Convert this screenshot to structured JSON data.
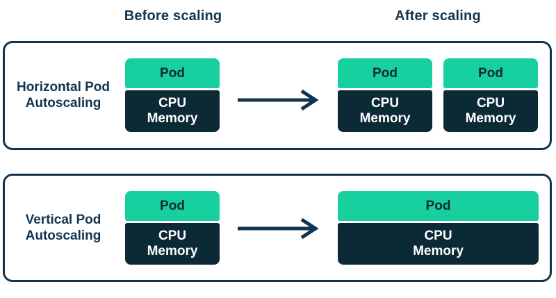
{
  "colors": {
    "green": "#17CF9F",
    "navy_fill": "#0C2936",
    "navy_text": "#113450",
    "white": "#ffffff",
    "background": "#ffffff"
  },
  "headers": {
    "before": "Before scaling",
    "after": "After scaling"
  },
  "icons": {
    "arrow": "right-arrow"
  },
  "rows": [
    {
      "label_lines": [
        "Horizontal Pod",
        "Autoscaling"
      ],
      "before_pods": [
        {
          "title": "Pod",
          "resources": [
            "CPU",
            "Memory"
          ]
        }
      ],
      "after_pods": [
        {
          "title": "Pod",
          "resources": [
            "CPU",
            "Memory"
          ]
        },
        {
          "title": "Pod",
          "resources": [
            "CPU",
            "Memory"
          ]
        }
      ]
    },
    {
      "label_lines": [
        "Vertical Pod",
        "Autoscaling"
      ],
      "before_pods": [
        {
          "title": "Pod",
          "resources": [
            "CPU",
            "Memory"
          ]
        }
      ],
      "after_pods": [
        {
          "title": "Pod",
          "resources": [
            "CPU",
            "Memory"
          ],
          "wide": true
        }
      ]
    }
  ]
}
